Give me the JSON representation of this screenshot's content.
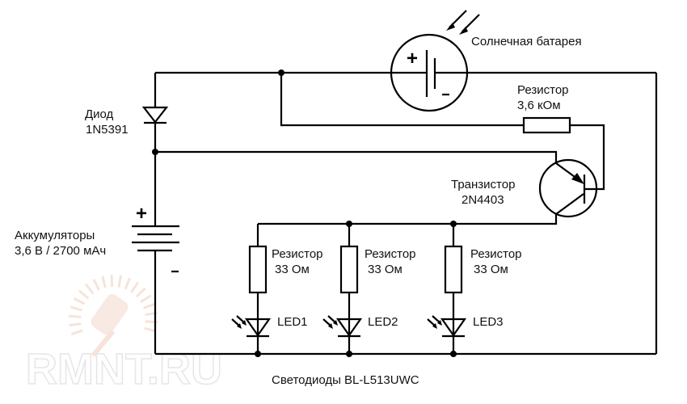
{
  "diagram": {
    "title": "Светодиоды BL-L513UWC",
    "solar_panel": {
      "label": "Солнечная батарея",
      "plus": "+",
      "minus": "-"
    },
    "diode": {
      "label_line1": "Диод",
      "label_line2": "1N5391"
    },
    "resistor_base": {
      "label_line1": "Резистор",
      "label_line2": "3,6 кОм"
    },
    "transistor": {
      "label_line1": "Транзистор",
      "label_line2": "2N4403"
    },
    "battery": {
      "label_line1": "Аккумуляторы",
      "label_line2": "3,6 В / 2700 мАч",
      "plus": "+",
      "minus": "-"
    },
    "branches": [
      {
        "resistor_line1": "Резистор",
        "resistor_line2": "33 Ом",
        "led": "LED1"
      },
      {
        "resistor_line1": "Резистор",
        "resistor_line2": "33 Ом",
        "led": "LED2"
      },
      {
        "resistor_line1": "Резистор",
        "resistor_line2": "33 Ом",
        "led": "LED3"
      }
    ],
    "watermark": "RMNT.RU"
  },
  "colors": {
    "wire": "#000000",
    "watermark": "#e6e6e6",
    "watermark_logo": "#f4d8cc"
  }
}
